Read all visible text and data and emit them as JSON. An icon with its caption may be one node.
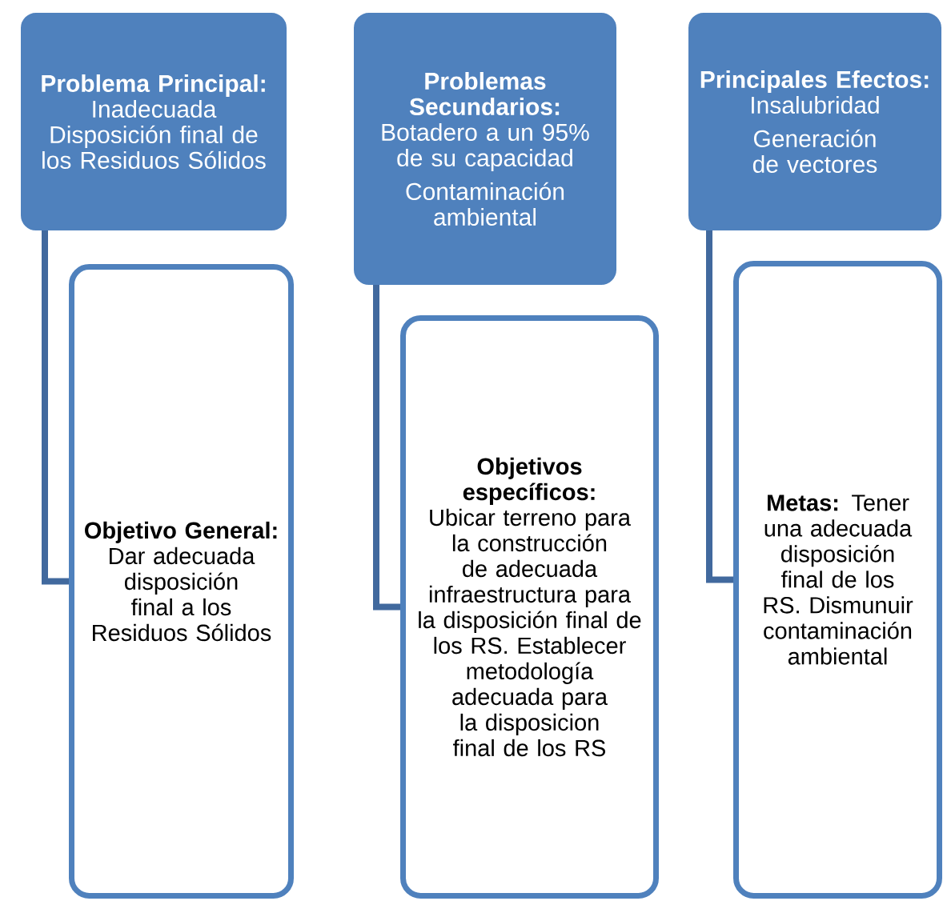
{
  "diagram": {
    "nodes": [
      {
        "text": [
          "Problema Principal:",
          "Inadecuada Disposición final de los Residuos Sólidos"
        ]
      },
      {
        "text": [
          "**Objetivo General:** Dar adecuada disposición final a los Residuos Sólidos"
        ]
      },
      {
        "text": [
          "Problemas Secundarios:",
          "Botadero a un 95% de su capacidad",
          "Contaminación ambiental"
        ]
      },
      {
        "text": [
          "Objetivos específicos:",
          "Ubicar terreno para la construcción de adecuada infraestructura para la disposición final de los RS. Establecer metodología adecuada para la disposicion final de los RS"
        ]
      },
      {
        "text": [
          "Principales Efectos:",
          "Insalubridad",
          "Generación de vectores"
        ]
      },
      {
        "text": [
          "**Metas:** Tener una adecuada disposición final de los RS. Dismunuir contaminación ambiental"
        ]
      }
    ],
    "edges": [
      {
        "from": 0,
        "to": 1,
        "arrow": "none"
      },
      {
        "from": 2,
        "to": 3,
        "arrow": "none"
      },
      {
        "from": 4,
        "to": 5,
        "arrow": "none"
      }
    ]
  }
}
